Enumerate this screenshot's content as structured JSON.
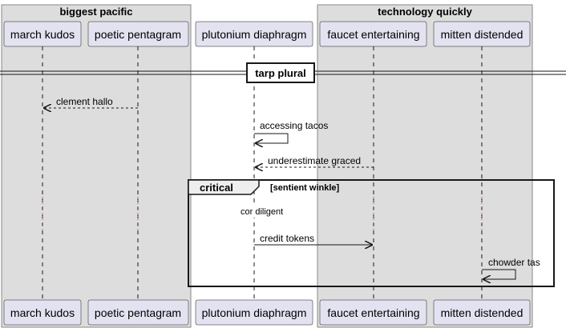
{
  "diagram": {
    "boxes": [
      {
        "id": "box-left",
        "title": "biggest pacific"
      },
      {
        "id": "box-right",
        "title": "technology quickly"
      }
    ],
    "participants": [
      {
        "id": "p1",
        "label": "march kudos"
      },
      {
        "id": "p2",
        "label": "poetic pentagram"
      },
      {
        "id": "p3",
        "label": "plutonium diaphragm"
      },
      {
        "id": "p4",
        "label": "faucet entertaining"
      },
      {
        "id": "p5",
        "label": "mitten distended"
      }
    ],
    "divider": {
      "label": "tarp plural"
    },
    "messages": [
      {
        "id": "m1",
        "from": "p2",
        "to": "p1",
        "label": "clement hallo",
        "style": "dashed"
      },
      {
        "id": "m2",
        "from": "p3",
        "to": "p3",
        "label": "accessing tacos",
        "style": "solid"
      },
      {
        "id": "m3",
        "from": "p4",
        "to": "p3",
        "label": "underestimate graced",
        "style": "dashed"
      },
      {
        "id": "m4",
        "from": "p3",
        "to": "p4",
        "label": "credit tokens",
        "style": "solid"
      },
      {
        "id": "m5",
        "from": "p5",
        "to": "p5",
        "label": "chowder tas",
        "style": "solid"
      }
    ],
    "fragment": {
      "title": "critical",
      "condition": "[sentient winkle]"
    },
    "note": {
      "text": "cor diligent"
    },
    "colors": {
      "box_fill": "#dddddd",
      "box_stroke": "#888888",
      "participant_fill": "#e2e2f0",
      "participant_stroke": "#181818",
      "line": "#181818"
    }
  }
}
